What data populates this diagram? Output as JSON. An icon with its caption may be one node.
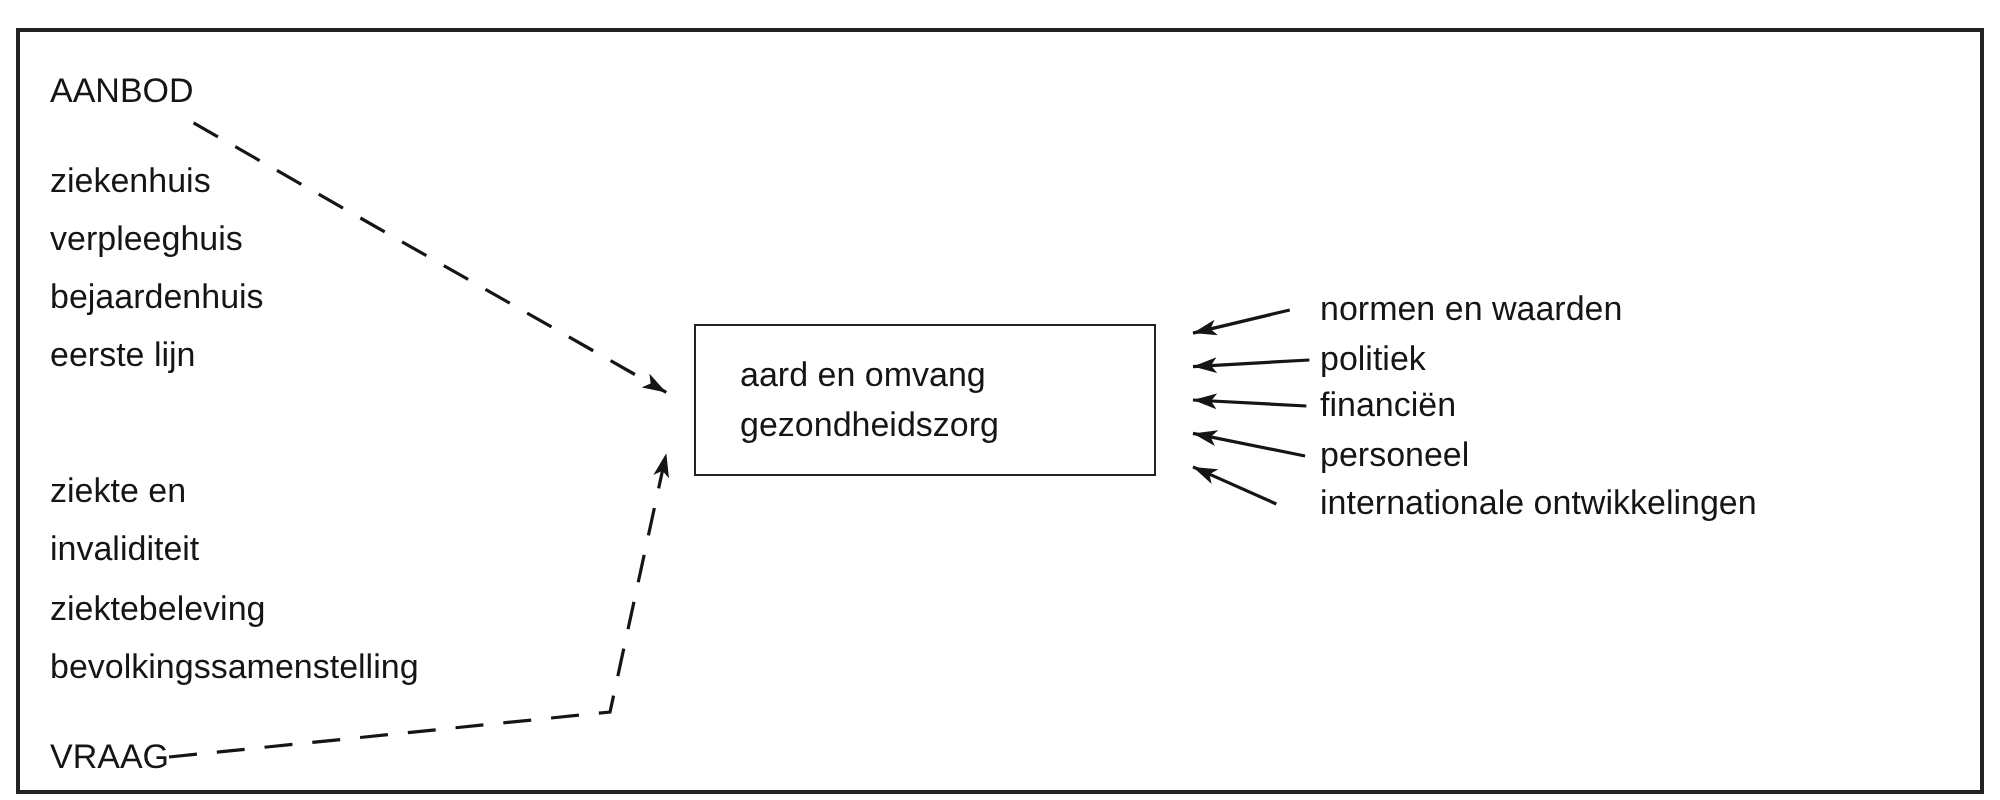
{
  "diagram": {
    "nodes": [
      {
        "text": [
          "AANBOD"
        ]
      },
      {
        "text": [
          "VRAAG"
        ]
      },
      {
        "text": [
          "aard en omvang gezondheidszorg"
        ]
      },
      {
        "text": [
          "normen en waarden"
        ]
      },
      {
        "text": [
          "politiek"
        ]
      },
      {
        "text": [
          "financiën"
        ]
      },
      {
        "text": [
          "personeel"
        ]
      },
      {
        "text": [
          "internationale ontwikkelingen"
        ]
      }
    ],
    "edges": [
      {
        "from": 0,
        "to": 2,
        "arrow": "to",
        "style": "dashed"
      },
      {
        "from": 1,
        "to": 2,
        "arrow": "to",
        "style": "dashed"
      },
      {
        "from": 3,
        "to": 2,
        "arrow": "to"
      },
      {
        "from": 4,
        "to": 2,
        "arrow": "to"
      },
      {
        "from": 5,
        "to": 2,
        "arrow": "to"
      },
      {
        "from": 6,
        "to": 2,
        "arrow": "to"
      },
      {
        "from": 7,
        "to": 2,
        "arrow": "to"
      }
    ],
    "labels": [
      "ziekenhuis",
      "verpleeghuis",
      "bejaardenhuis",
      "eerste lijn",
      "ziekte en invaliditeit",
      "ziektebeleving",
      "bevolkingssamenstelling"
    ]
  }
}
